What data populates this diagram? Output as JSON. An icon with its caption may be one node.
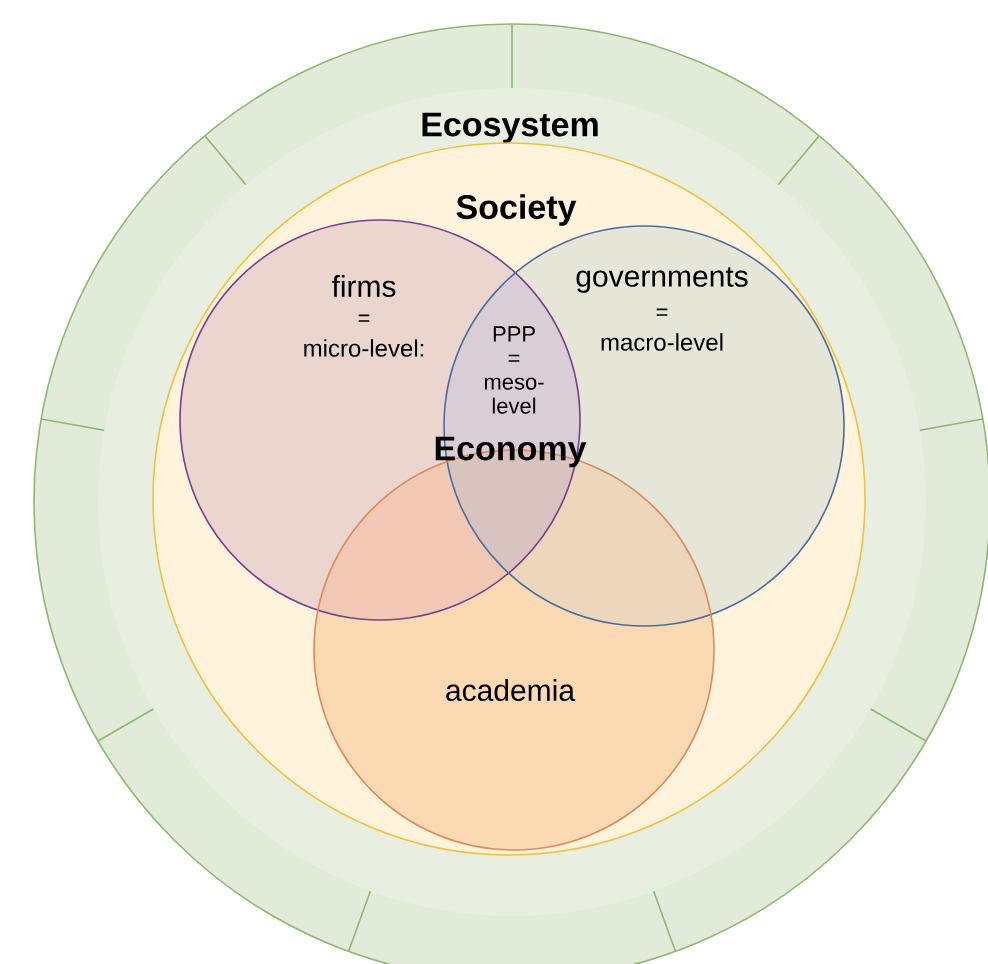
{
  "diagram": {
    "nodes": [
      {
        "text": [
          "Ecosystem"
        ]
      },
      {
        "text": [
          "Society"
        ],
        "in": 0
      },
      {
        "text": [
          "firms",
          "=",
          "micro-level:"
        ],
        "in": 1
      },
      {
        "text": [
          "governments",
          "=",
          "macro-level"
        ],
        "in": 1
      },
      {
        "text": [
          "academia"
        ],
        "in": 1
      }
    ],
    "labels": [
      "PPP = meso-level",
      "Economy"
    ]
  }
}
